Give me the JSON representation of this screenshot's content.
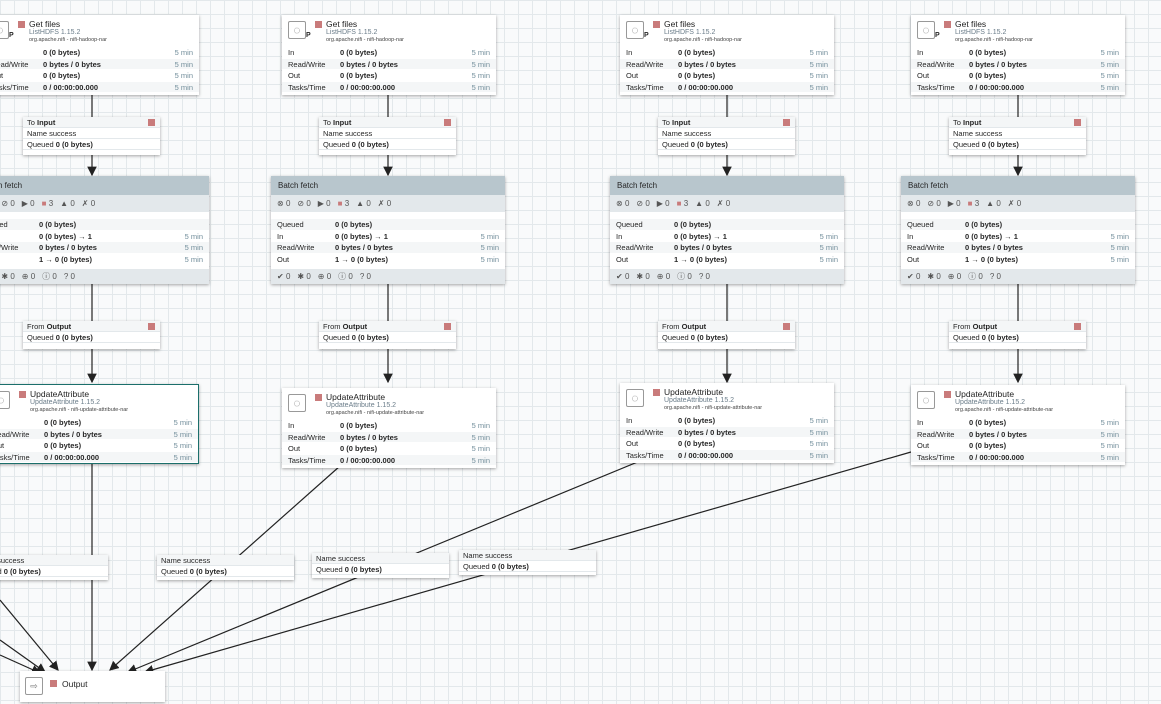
{
  "colors": {
    "stopped": "#c97b7b",
    "group_header": "#b8c6cd",
    "selected": "#1b6f6b"
  },
  "get_files": {
    "title": "Get files",
    "type": "ListHDFS 1.15.2",
    "bundle": "org.apache.nifi - nifi-hadoop-nar",
    "badge": "P",
    "rows": [
      {
        "k": "In",
        "v": "0 (0 bytes)",
        "t": "5 min"
      },
      {
        "k": "Read/Write",
        "v": "0 bytes / 0 bytes",
        "t": "5 min"
      },
      {
        "k": "Out",
        "v": "0 (0 bytes)",
        "t": "5 min"
      },
      {
        "k": "Tasks/Time",
        "v": "0 / 00:00:00.000",
        "t": "5 min"
      }
    ]
  },
  "to_input": {
    "prefix": "To",
    "port": "Input",
    "name_label": "Name",
    "name": "success",
    "queued_label": "Queued",
    "queued": "0 (0 bytes)"
  },
  "batch_fetch": {
    "title": "Batch fetch",
    "status": [
      "0",
      "0",
      "0",
      "3",
      "0",
      "0"
    ],
    "rows": [
      {
        "k": "Queued",
        "v": "0 (0 bytes)",
        "t": ""
      },
      {
        "k": "In",
        "v": "0 (0 bytes) → 1",
        "t": "5 min"
      },
      {
        "k": "Read/Write",
        "v": "0 bytes / 0 bytes",
        "t": "5 min"
      },
      {
        "k": "Out",
        "v": "1 → 0 (0 bytes)",
        "t": "5 min"
      }
    ],
    "footer": [
      "0",
      "0",
      "0",
      "0",
      "0"
    ]
  },
  "from_output": {
    "prefix": "From",
    "port": "Output",
    "queued_label": "Queued",
    "queued": "0 (0 bytes)"
  },
  "update_attr": {
    "title": "UpdateAttribute",
    "type": "UpdateAttribute 1.15.2",
    "bundle": "org.apache.nifi - nifi-update-attribute-nar",
    "rows": [
      {
        "k": "In",
        "v": "0 (0 bytes)",
        "t": "5 min"
      },
      {
        "k": "Read/Write",
        "v": "0 bytes / 0 bytes",
        "t": "5 min"
      },
      {
        "k": "Out",
        "v": "0 (0 bytes)",
        "t": "5 min"
      },
      {
        "k": "Tasks/Time",
        "v": "0 / 00:00:00.000",
        "t": "5 min"
      }
    ]
  },
  "success_conn": {
    "name_label": "Name",
    "name": "success",
    "queued_label": "Queued",
    "queued": "0 (0 bytes)"
  },
  "output_port": {
    "label": "Output"
  }
}
